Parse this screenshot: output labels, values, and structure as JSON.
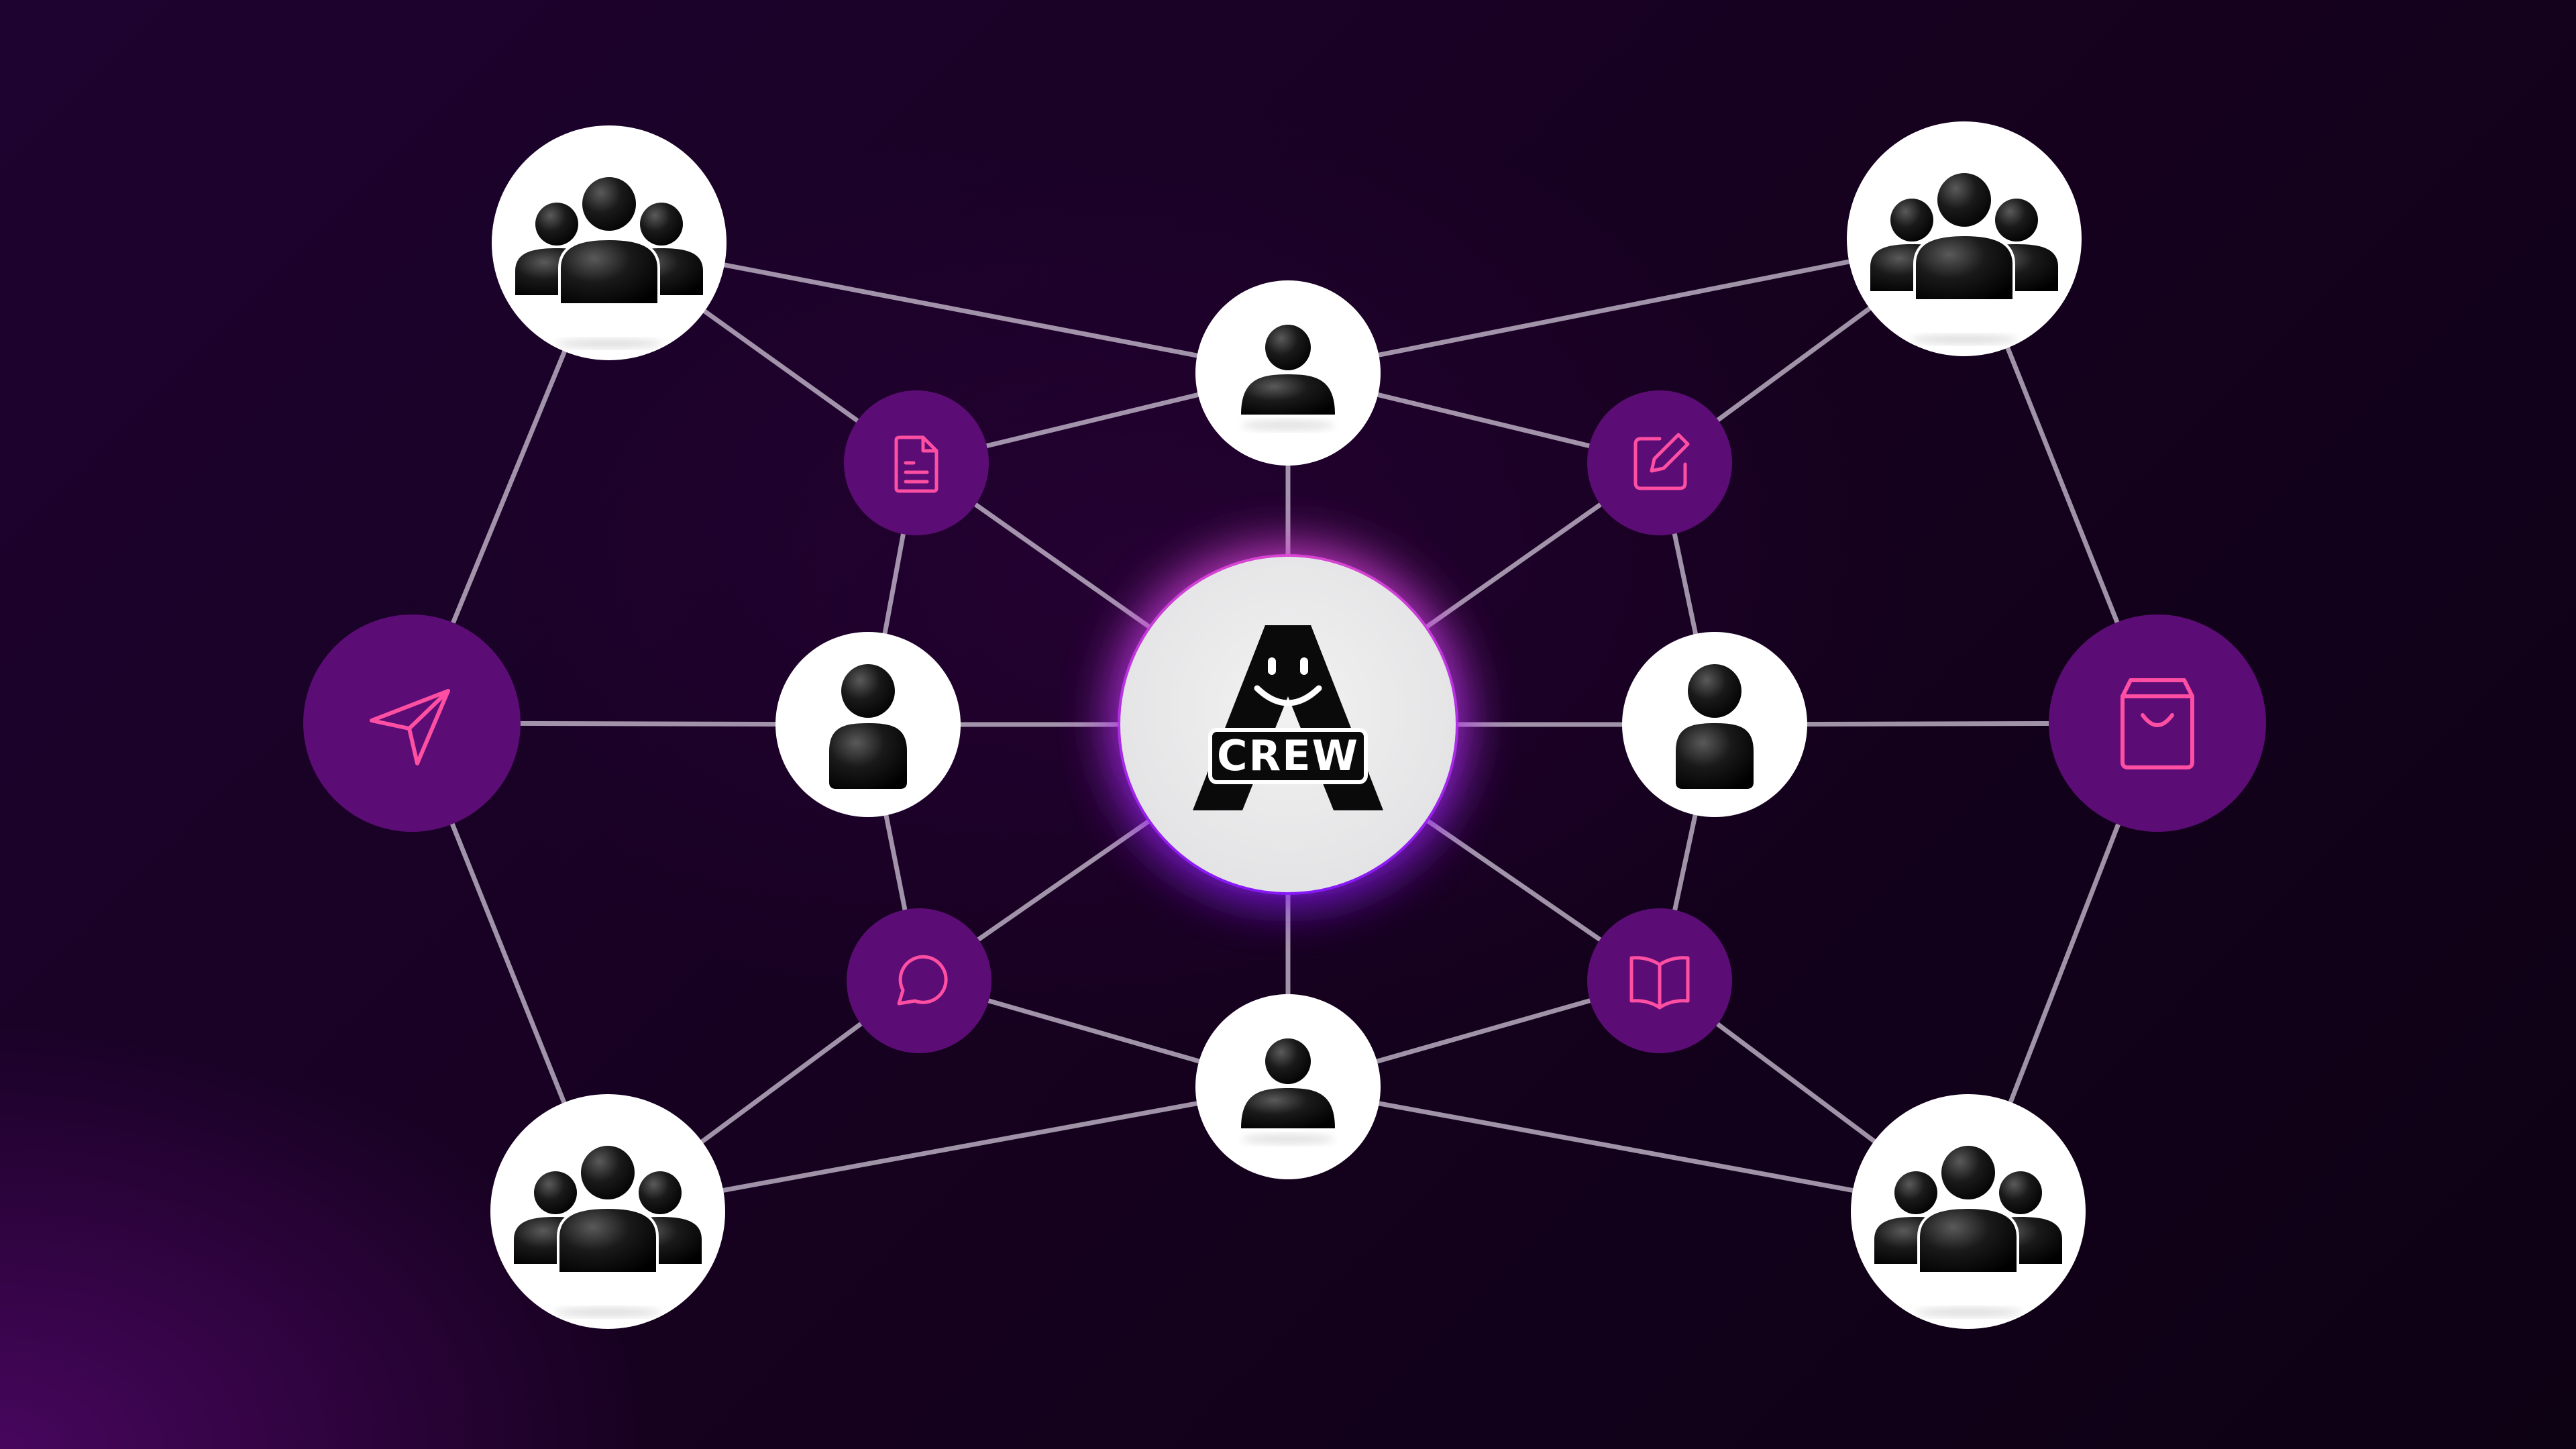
{
  "diagram": {
    "logo": {
      "name": "crew-logo",
      "text": "CREW",
      "letter": "A"
    },
    "colors": {
      "background_start": "#1e0230",
      "background_end": "#0d0114",
      "accent_node": "#5c0c75",
      "accent_icon": "#ff4fa3",
      "center_glow": "#b01ef0",
      "edge": "#c8bcd0",
      "person_node": "#ffffff",
      "person_icon": "#0b0b0b"
    },
    "nodes": [
      {
        "id": "center",
        "kind": "logo"
      },
      {
        "id": "team-top-left",
        "kind": "group",
        "icon": "group-icon"
      },
      {
        "id": "team-top-right",
        "kind": "group",
        "icon": "group-icon"
      },
      {
        "id": "team-bottom-left",
        "kind": "group",
        "icon": "group-icon"
      },
      {
        "id": "team-bottom-right",
        "kind": "group",
        "icon": "group-icon"
      },
      {
        "id": "person-top",
        "kind": "person",
        "icon": "person-icon"
      },
      {
        "id": "person-bottom",
        "kind": "person",
        "icon": "person-icon"
      },
      {
        "id": "person-left",
        "kind": "person",
        "icon": "person-icon"
      },
      {
        "id": "person-right",
        "kind": "person",
        "icon": "person-icon"
      },
      {
        "id": "doc",
        "kind": "tool",
        "icon": "document-icon"
      },
      {
        "id": "edit",
        "kind": "tool",
        "icon": "edit-icon"
      },
      {
        "id": "chat",
        "kind": "tool",
        "icon": "chat-icon"
      },
      {
        "id": "book",
        "kind": "tool",
        "icon": "book-icon"
      },
      {
        "id": "send",
        "kind": "tool",
        "icon": "send-icon"
      },
      {
        "id": "bag",
        "kind": "tool",
        "icon": "shopping-bag-icon"
      }
    ],
    "edges": [
      [
        "team-top-left",
        "person-top"
      ],
      [
        "team-top-left",
        "doc"
      ],
      [
        "team-top-left",
        "send"
      ],
      [
        "team-top-right",
        "person-top"
      ],
      [
        "team-top-right",
        "edit"
      ],
      [
        "team-top-right",
        "bag"
      ],
      [
        "team-bottom-left",
        "person-bottom"
      ],
      [
        "team-bottom-left",
        "chat"
      ],
      [
        "team-bottom-left",
        "send"
      ],
      [
        "team-bottom-right",
        "person-bottom"
      ],
      [
        "team-bottom-right",
        "book"
      ],
      [
        "team-bottom-right",
        "bag"
      ],
      [
        "person-top",
        "doc"
      ],
      [
        "person-top",
        "edit"
      ],
      [
        "person-top",
        "center"
      ],
      [
        "person-bottom",
        "chat"
      ],
      [
        "person-bottom",
        "book"
      ],
      [
        "person-bottom",
        "center"
      ],
      [
        "doc",
        "center"
      ],
      [
        "doc",
        "person-left"
      ],
      [
        "edit",
        "center"
      ],
      [
        "edit",
        "person-right"
      ],
      [
        "chat",
        "center"
      ],
      [
        "chat",
        "person-left"
      ],
      [
        "book",
        "center"
      ],
      [
        "book",
        "person-right"
      ],
      [
        "send",
        "person-left"
      ],
      [
        "person-left",
        "center"
      ],
      [
        "bag",
        "person-right"
      ],
      [
        "person-right",
        "center"
      ]
    ]
  }
}
